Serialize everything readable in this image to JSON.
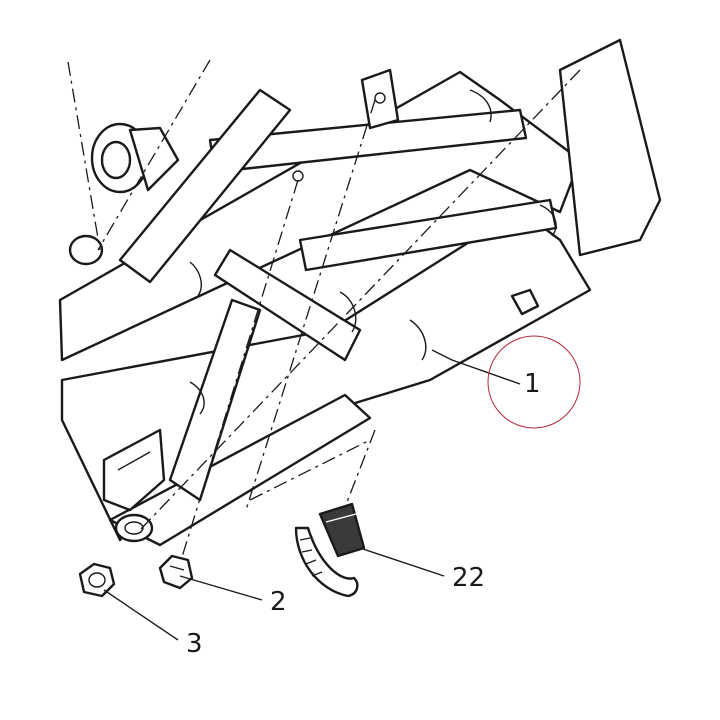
{
  "callouts": {
    "frame": "1",
    "clip": "2",
    "nut": "3",
    "cable_tie": "22"
  },
  "highlight_color": "#b2283c"
}
